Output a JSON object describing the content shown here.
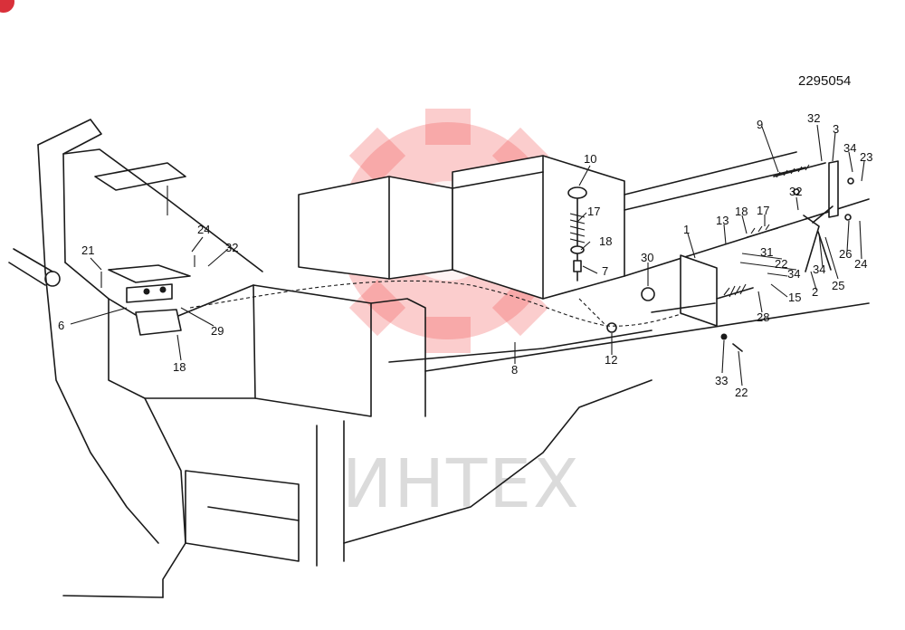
{
  "document_number": "2295054",
  "watermark": {
    "text": "ИНТЕХ",
    "color": "#f04a4a"
  },
  "callouts": [
    {
      "id": "c-10",
      "text": "10"
    },
    {
      "id": "c-17a",
      "text": "17"
    },
    {
      "id": "c-18a",
      "text": "18"
    },
    {
      "id": "c-7",
      "text": "7"
    },
    {
      "id": "c-9",
      "text": "9"
    },
    {
      "id": "c-32a",
      "text": "32"
    },
    {
      "id": "c-3",
      "text": "3"
    },
    {
      "id": "c-34a",
      "text": "34"
    },
    {
      "id": "c-23",
      "text": "23"
    },
    {
      "id": "c-32b",
      "text": "32"
    },
    {
      "id": "c-1",
      "text": "1"
    },
    {
      "id": "c-13",
      "text": "13"
    },
    {
      "id": "c-18b",
      "text": "18"
    },
    {
      "id": "c-17b",
      "text": "17"
    },
    {
      "id": "c-31",
      "text": "31"
    },
    {
      "id": "c-22a",
      "text": "22"
    },
    {
      "id": "c-34b",
      "text": "34"
    },
    {
      "id": "c-15",
      "text": "15"
    },
    {
      "id": "c-28",
      "text": "28"
    },
    {
      "id": "c-30",
      "text": "30"
    },
    {
      "id": "c-26",
      "text": "26"
    },
    {
      "id": "c-24a",
      "text": "24"
    },
    {
      "id": "c-34c",
      "text": "34"
    },
    {
      "id": "c-25",
      "text": "25"
    },
    {
      "id": "c-2",
      "text": "2"
    },
    {
      "id": "c-12",
      "text": "12"
    },
    {
      "id": "c-8",
      "text": "8"
    },
    {
      "id": "c-33",
      "text": "33"
    },
    {
      "id": "c-22b",
      "text": "22"
    },
    {
      "id": "c-24b",
      "text": "24"
    },
    {
      "id": "c-32c",
      "text": "32"
    },
    {
      "id": "c-21",
      "text": "21"
    },
    {
      "id": "c-6",
      "text": "6"
    },
    {
      "id": "c-29",
      "text": "29"
    },
    {
      "id": "c-18c",
      "text": "18"
    }
  ]
}
